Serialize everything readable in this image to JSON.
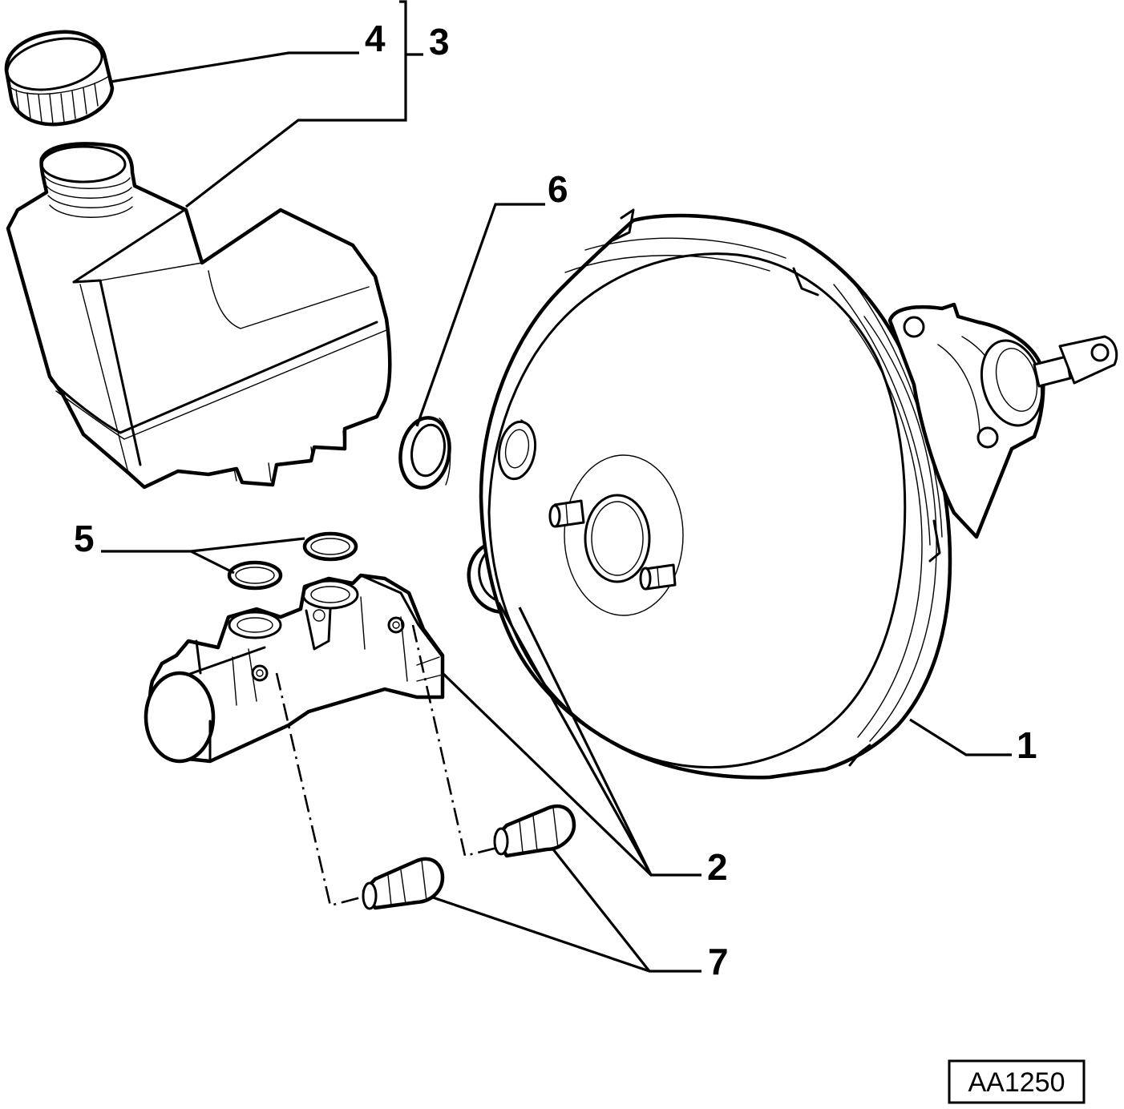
{
  "drawing_code": "AA1250",
  "callouts": {
    "c1": "1",
    "c2": "2",
    "c3": "3",
    "c4": "4",
    "c5": "5",
    "c6": "6",
    "c7": "7"
  }
}
